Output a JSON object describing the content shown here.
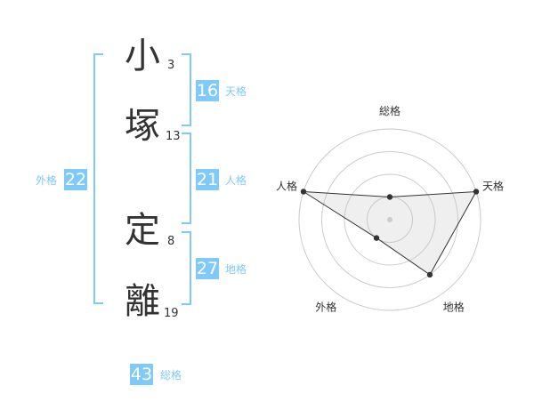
{
  "name": {
    "chars": [
      {
        "char": "小",
        "strokes": "3"
      },
      {
        "char": "塚",
        "strokes": "13"
      },
      {
        "char": "定",
        "strokes": "8"
      },
      {
        "char": "離",
        "strokes": "19"
      }
    ]
  },
  "ranks": {
    "tenkaku": {
      "value": "16",
      "label": "天格"
    },
    "jinkaku": {
      "value": "21",
      "label": "人格"
    },
    "chikaku": {
      "value": "27",
      "label": "地格"
    },
    "gaikaku": {
      "value": "22",
      "label": "外格"
    },
    "soukaku": {
      "value": "43",
      "label": "総格"
    }
  },
  "colors": {
    "accent": "#7fcaf8",
    "text": "#333333",
    "grid": "#cccccc"
  },
  "chart_data": {
    "type": "radar",
    "axes": [
      "総格",
      "天格",
      "地格",
      "外格",
      "人格"
    ],
    "values": [
      1,
      4,
      3,
      1,
      4
    ],
    "range": [
      0,
      4
    ],
    "rings": 4,
    "grid": true
  }
}
